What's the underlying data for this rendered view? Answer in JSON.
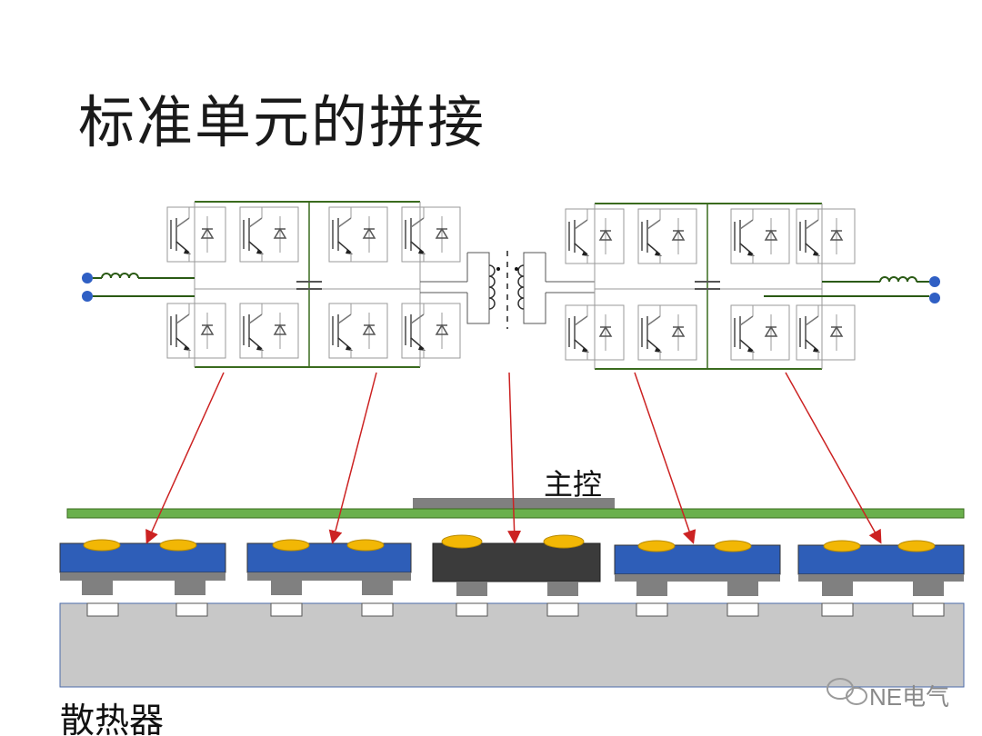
{
  "title": "标准单元的拼接",
  "main_control_label": "主控",
  "heatsink_label": "散热器",
  "watermark": "NE电气",
  "colors": {
    "pcb": "#6ab04c",
    "module_substrate": "#2e5eb8",
    "control_module": "#3b3b3b",
    "chip": "#f2b705",
    "base_plate": "#808080",
    "heatsink": "#c8c8c8",
    "arrow": "#cc2222",
    "wire_green": "#3a6b1e",
    "terminal": "#2f5fc4"
  },
  "icons": [
    "igbt-symbol-icon",
    "diode-icon",
    "inductor-icon",
    "capacitor-icon",
    "transformer-icon",
    "wechat-icon"
  ]
}
